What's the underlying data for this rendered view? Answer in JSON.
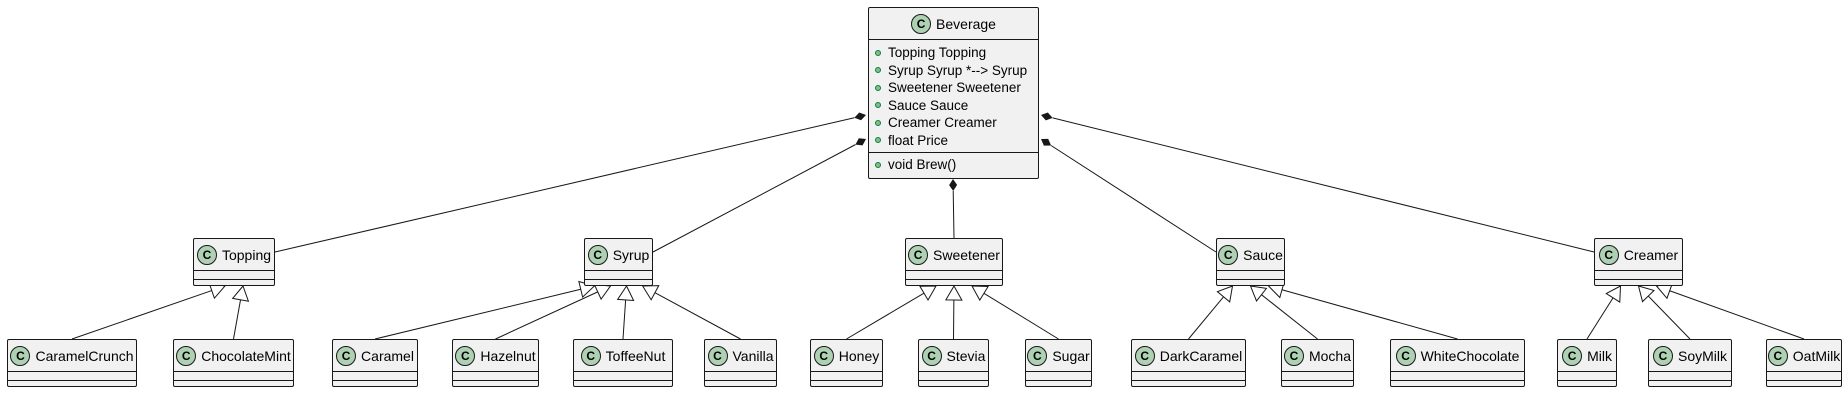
{
  "root": {
    "name": "Beverage",
    "stereotype_glyph": "C",
    "attributes": [
      {
        "visibility": "public",
        "text": "Topping Topping"
      },
      {
        "visibility": "public",
        "text": "Syrup Syrup *--> Syrup"
      },
      {
        "visibility": "public",
        "text": "Sweetener Sweetener"
      },
      {
        "visibility": "public",
        "text": "Sauce Sauce"
      },
      {
        "visibility": "public",
        "text": "Creamer Creamer"
      },
      {
        "visibility": "public",
        "text": "float Price"
      }
    ],
    "methods": [
      {
        "visibility": "public",
        "text": "void Brew()"
      }
    ]
  },
  "components": [
    {
      "name": "Topping",
      "subclasses": [
        "CaramelCrunch",
        "ChocolateMint"
      ]
    },
    {
      "name": "Syrup",
      "subclasses": [
        "Caramel",
        "Hazelnut",
        "ToffeeNut",
        "Vanilla"
      ]
    },
    {
      "name": "Sweetener",
      "subclasses": [
        "Honey",
        "Stevia",
        "Sugar"
      ]
    },
    {
      "name": "Sauce",
      "subclasses": [
        "DarkCaramel",
        "Mocha",
        "WhiteChocolate"
      ]
    },
    {
      "name": "Creamer",
      "subclasses": [
        "Milk",
        "SoyMilk",
        "OatMilk"
      ]
    }
  ],
  "relations": {
    "root_to_components": "composition",
    "subclass_to_component": "inheritance"
  },
  "colors": {
    "class_fill": "#f1f1f1",
    "class_border": "#181818",
    "badge_fill": "#add1b2",
    "line": "#181818"
  }
}
